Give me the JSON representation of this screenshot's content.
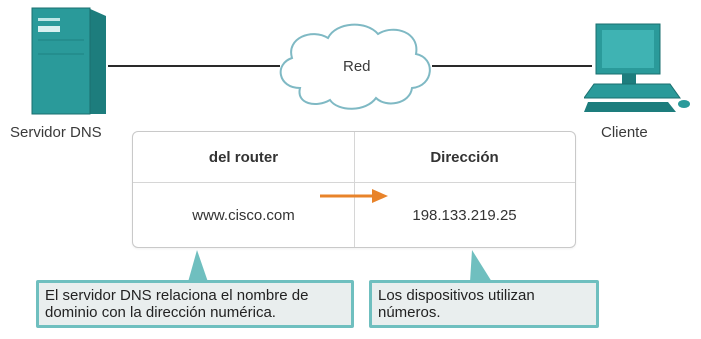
{
  "nodes": {
    "server_label": "Servidor DNS",
    "client_label": "Cliente",
    "network_label": "Red"
  },
  "table": {
    "header_left": "del router",
    "header_right": "Dirección",
    "value_left": "www.cisco.com",
    "value_right": "198.133.219.25"
  },
  "callouts": {
    "left_text": "El servidor DNS relaciona el nombre de dominio con la dirección numérica.",
    "right_text": "Los dispositivos utilizan números."
  },
  "colors": {
    "device_teal": "#2a9a9a",
    "arrow_orange": "#e8832a",
    "callout_border": "#6fbfbf"
  }
}
